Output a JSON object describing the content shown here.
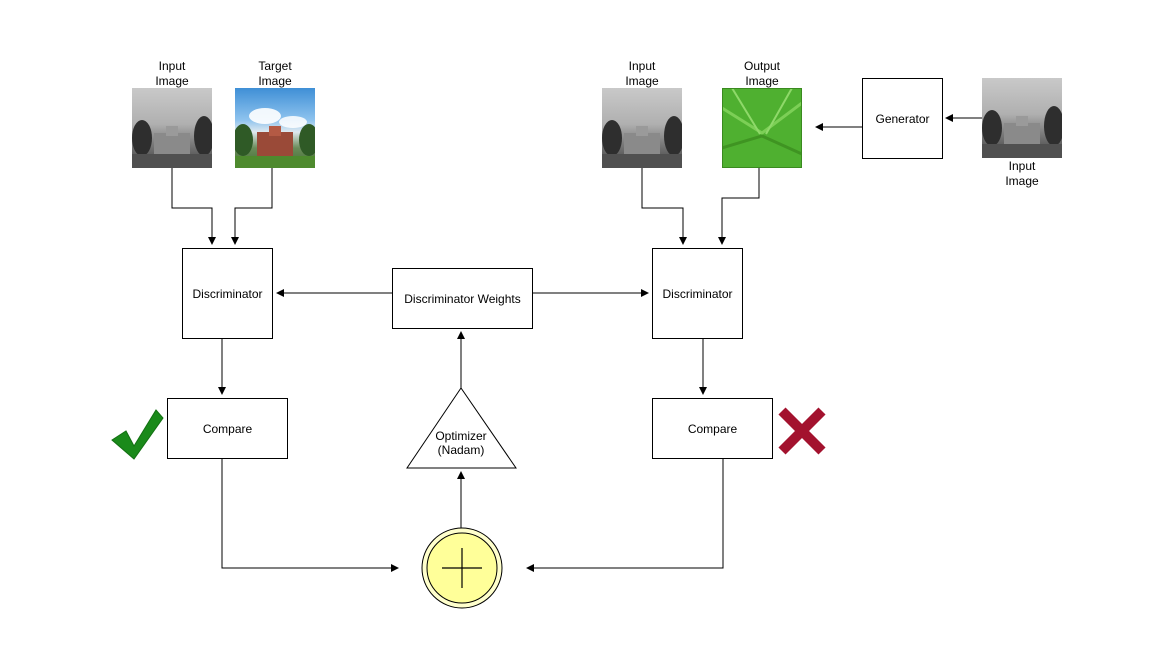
{
  "nodes": {
    "left_input_caption": [
      "Input",
      "Image"
    ],
    "left_target_caption": [
      "Target",
      "Image"
    ],
    "right_input_caption": [
      "Input",
      "Image"
    ],
    "right_output_caption": [
      "Output",
      "Image"
    ],
    "generator_input_caption": [
      "Input",
      "Image"
    ],
    "generator": "Generator",
    "discriminator_left": "Discriminator",
    "discriminator_right": "Discriminator",
    "discriminator_weights": "Discriminator Weights",
    "compare_left": "Compare",
    "compare_right": "Compare",
    "optimizer": [
      "Optimizer",
      "(Nadam)"
    ]
  },
  "icons": {
    "correct": "checkmark-icon",
    "wrong": "cross-icon",
    "sum": "plus-icon"
  },
  "colors": {
    "check": "#1a8a1a",
    "cross": "#a3122e",
    "sum_fill": "#ffff99",
    "sum_ring": "#ffffcc",
    "generated_image": "#4fb030"
  }
}
